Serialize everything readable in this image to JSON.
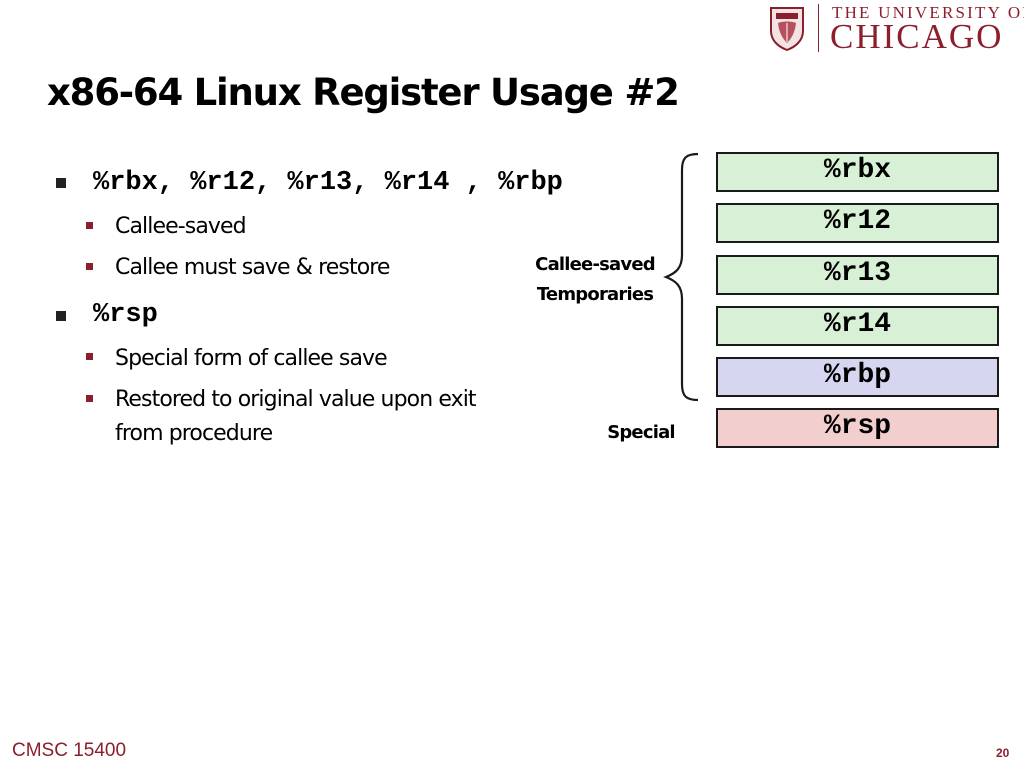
{
  "header": {
    "logo_top": "THE UNIVERSITY OF",
    "logo_main": "CHICAGO"
  },
  "slide": {
    "title": "x86-64 Linux Register Usage #2",
    "bullets": [
      {
        "code": "%rbx, %r12, %r13, %r14 , %rbp",
        "subs": [
          "Callee-saved",
          "Callee must save & restore"
        ]
      },
      {
        "code": "%rsp",
        "subs": [
          "Special form of callee save",
          "Restored to original value upon exit",
          "from procedure"
        ]
      }
    ],
    "brace_label_1": "Callee-saved",
    "brace_label_2": "Temporaries",
    "special_label": "Special",
    "registers": [
      {
        "name": "%rbx",
        "color": "#d8f0d6"
      },
      {
        "name": "%r12",
        "color": "#d8f0d6"
      },
      {
        "name": "%r13",
        "color": "#d8f0d6"
      },
      {
        "name": "%r14",
        "color": "#d8f0d6"
      },
      {
        "name": "%rbp",
        "color": "#d6d6f0"
      },
      {
        "name": "%rsp",
        "color": "#f2cece"
      }
    ]
  },
  "footer": {
    "course": "CMSC 15400",
    "page_number": "20"
  },
  "colors": {
    "maroon": "#8c1f2d"
  }
}
